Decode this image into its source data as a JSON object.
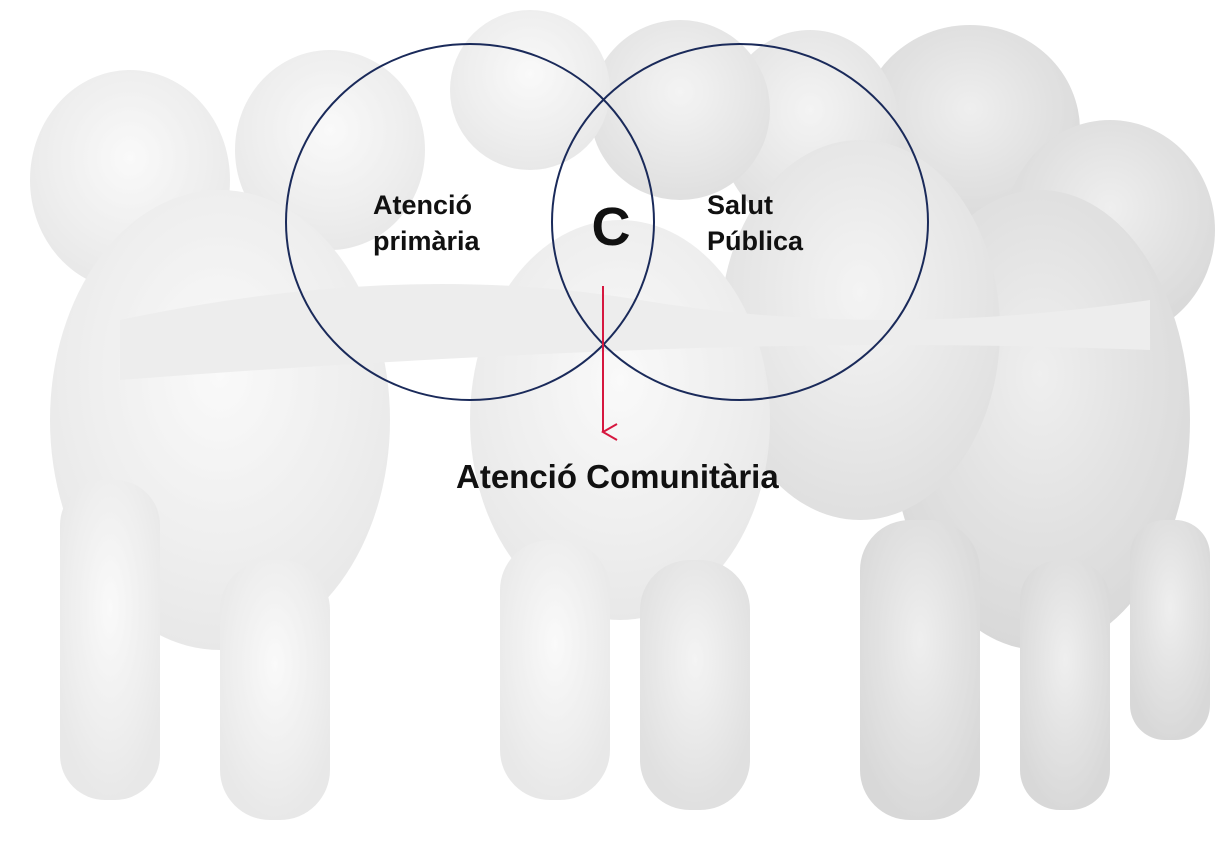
{
  "diagram": {
    "left_circle_line1": "Atenció",
    "left_circle_line2": "primària",
    "right_circle_line1": "Salut",
    "right_circle_line2": "Pública",
    "intersection_label": "C",
    "result_label": "Atenció Comunitària"
  },
  "colors": {
    "circle_stroke": "#1a2a5a",
    "arrow": "#d6173f",
    "text": "#111111",
    "background_figures": "#d9d9d9"
  }
}
